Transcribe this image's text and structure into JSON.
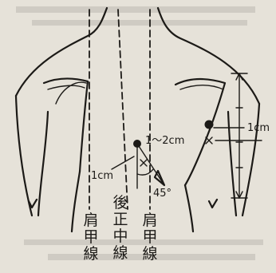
{
  "labels": {
    "scapular_line_left": "肩\n甲\n線",
    "posterior_midline": "後\n正\n中\n線",
    "scapular_line_right": "肩\n甲\n線",
    "dist_1_2cm": "1～2cm",
    "dist_1cm_left": "1cm",
    "dist_1cm_right": "1cm",
    "angle_45": "45°"
  }
}
